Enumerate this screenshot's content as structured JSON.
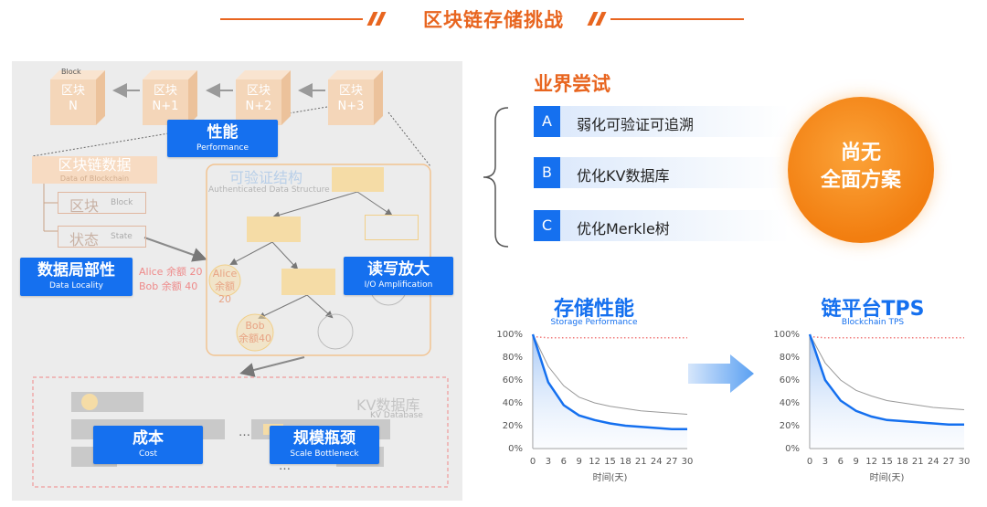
{
  "header": {
    "title": "区块链存储挑战"
  },
  "left": {
    "cubes": [
      {
        "badge": "Block",
        "line1": "区块",
        "line2": "N"
      },
      {
        "badge": "",
        "line1": "区块",
        "line2": "N+1"
      },
      {
        "badge": "",
        "line1": "区块",
        "line2": "N+2"
      },
      {
        "badge": "",
        "line1": "区块",
        "line2": "N+3"
      }
    ],
    "performance": {
      "cn": "性能",
      "en": "Performance"
    },
    "blockchain_data": {
      "cn": "区块链数据",
      "en": "Data of Blockchain"
    },
    "block_item": {
      "cn": "区块",
      "en": "Block"
    },
    "state_item": {
      "cn": "状态",
      "en": "State"
    },
    "ads": {
      "cn": "可验证结构",
      "en": "Authenticated Data Structure"
    },
    "locality": {
      "cn": "数据局部性",
      "en": "Data Locality"
    },
    "alice_balance": "Alice 余额 20",
    "bob_balance": "Bob 余额 40",
    "node_alice": {
      "l1": "Alice",
      "l2": "余额20"
    },
    "node_bob": {
      "l1": "Bob",
      "l2": "余额40"
    },
    "amplification": {
      "cn": "读写放大",
      "en": "I/O Amplification"
    },
    "kv": {
      "cn": "KV数据库",
      "en": "KV Database"
    },
    "cost": {
      "cn": "成本",
      "en": "Cost"
    },
    "scale": {
      "cn": "规模瓶颈",
      "en": "Scale Bottleneck"
    },
    "ellipsis": "…"
  },
  "right": {
    "industry_title": "业界尝试",
    "options": [
      {
        "letter": "A",
        "label": "弱化可验证可追溯"
      },
      {
        "letter": "B",
        "label": "优化KV数据库"
      },
      {
        "letter": "C",
        "label": "优化Merkle树"
      }
    ],
    "conclusion": {
      "l1": "尚无",
      "l2": "全面方案"
    }
  },
  "colors": {
    "accent_orange": "#e8651f",
    "accent_blue": "#1570ef"
  },
  "chart_data": [
    {
      "type": "line",
      "title": "存储性能",
      "subtitle": "Storage Performance",
      "xlabel": "时间(天)",
      "ylabel": "",
      "x": [
        0,
        3,
        6,
        9,
        12,
        15,
        18,
        21,
        24,
        27,
        30
      ],
      "xlim": [
        0,
        30
      ],
      "ylim": [
        0,
        100
      ],
      "yticks": [
        "0%",
        "20%",
        "40%",
        "60%",
        "80%",
        "100%"
      ],
      "series": [
        {
          "style": "dotted-red",
          "values": [
            98,
            97,
            97,
            97,
            97,
            97,
            97,
            97,
            97,
            97,
            97
          ]
        },
        {
          "style": "gray",
          "values": [
            100,
            72,
            55,
            45,
            40,
            37,
            35,
            33,
            32,
            31,
            30
          ]
        },
        {
          "style": "blue-filled",
          "values": [
            100,
            58,
            38,
            29,
            25,
            22,
            20,
            19,
            18,
            17,
            17
          ]
        }
      ]
    },
    {
      "type": "line",
      "title": "链平台TPS",
      "subtitle": "Blockchain TPS",
      "xlabel": "时间(天)",
      "ylabel": "",
      "x": [
        0,
        3,
        6,
        9,
        12,
        15,
        18,
        21,
        24,
        27,
        30
      ],
      "xlim": [
        0,
        30
      ],
      "ylim": [
        0,
        100
      ],
      "yticks": [
        "0%",
        "20%",
        "40%",
        "60%",
        "80%",
        "100%"
      ],
      "series": [
        {
          "style": "dotted-red",
          "values": [
            98,
            97,
            97,
            97,
            97,
            97,
            97,
            97,
            97,
            97,
            97
          ]
        },
        {
          "style": "gray",
          "values": [
            100,
            75,
            60,
            51,
            46,
            42,
            40,
            38,
            36,
            35,
            34
          ]
        },
        {
          "style": "blue-filled",
          "values": [
            100,
            60,
            42,
            33,
            28,
            25,
            24,
            23,
            22,
            21,
            21
          ]
        }
      ]
    }
  ]
}
